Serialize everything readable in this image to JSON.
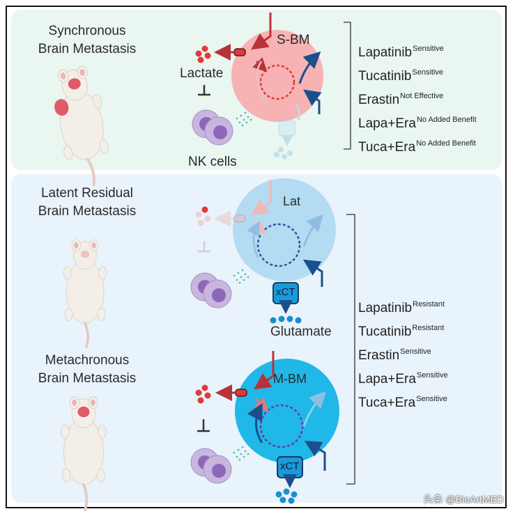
{
  "panels": {
    "synchronous": {
      "title_line1": "Synchronous",
      "title_line2": "Brain Metastasis",
      "cell_label": "S-BM",
      "metabolite": "Lactate",
      "immune_cells": "NK cells",
      "drugs": [
        {
          "name": "Lapatinib",
          "response": "Sensitive"
        },
        {
          "name": "Tucatinib",
          "response": "Sensitive"
        },
        {
          "name": "Erastin",
          "response": "Not Effective"
        },
        {
          "name": "Lapa+Era",
          "response": "No Added Benefit"
        },
        {
          "name": "Tuca+Era",
          "response": "No Added Benefit"
        }
      ],
      "color": "#f7b3b3"
    },
    "latent": {
      "title_line1": "Latent Residual",
      "title_line2": "Brain Metastasis",
      "cell_label": "Lat",
      "transporter": "xCT",
      "metabolite": "Glutamate",
      "color": "#b3dcf2"
    },
    "metachronous": {
      "title_line1": "Metachronous",
      "title_line2": "Brain Metastasis",
      "cell_label": "M-BM",
      "transporter": "xCT",
      "color": "#1fb8e8"
    },
    "bottom_drugs": [
      {
        "name": "Lapatinib",
        "response": "Resistant"
      },
      {
        "name": "Tucatinib",
        "response": "Resistant"
      },
      {
        "name": "Erastin",
        "response": "Sensitive"
      },
      {
        "name": "Lapa+Era",
        "response": "Sensitive"
      },
      {
        "name": "Tuca+Era",
        "response": "Sensitive"
      }
    ]
  },
  "watermark": "头条 @BioArtMED",
  "icons": [
    "mouse-icon",
    "nk-cell-icon",
    "transporter-icon",
    "metabolite-dots-icon",
    "inhibition-icon"
  ],
  "colors": {
    "lactate_red": "#e03a3a",
    "arrow_dark_red": "#b8323a",
    "arrow_dark_blue": "#1a4f8a",
    "glutamate_blue": "#1a8fd0",
    "nk_purple": "#8e68b8"
  }
}
